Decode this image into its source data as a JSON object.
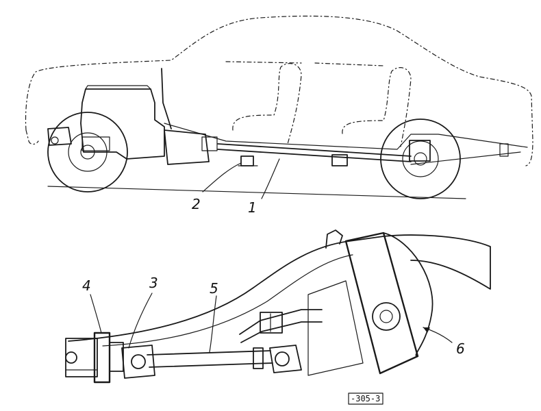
{
  "callouts": [
    {
      "id": "1",
      "label": "1"
    },
    {
      "id": "2",
      "label": "2"
    },
    {
      "id": "3",
      "label": "3"
    },
    {
      "id": "4",
      "label": "4"
    },
    {
      "id": "5",
      "label": "5"
    },
    {
      "id": "6",
      "label": "6"
    }
  ],
  "figure_tag": "-305-3",
  "colors": {
    "ink": "#1a1a1a",
    "paper": "#ffffff"
  }
}
